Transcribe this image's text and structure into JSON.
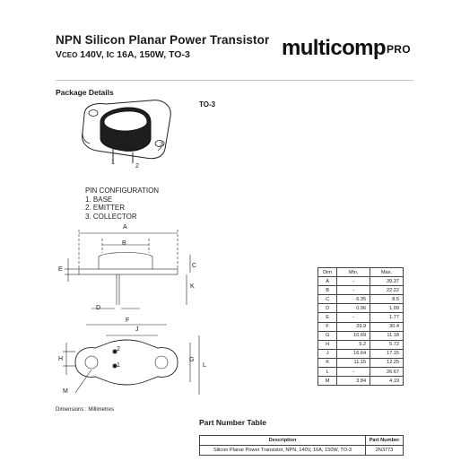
{
  "header": {
    "title": "NPN Silicon Planar Power Transistor",
    "subtitle_v": "V",
    "subtitle_ceo": "CEO",
    "subtitle_rest": " 140V, I",
    "subtitle_c": "C",
    "subtitle_tail": " 16A, 150W, TO-3",
    "brand_main": "multicomp",
    "brand_sub": "PRO"
  },
  "package": {
    "heading": "Package Details",
    "name": "TO-3",
    "pin_numbers": [
      "1",
      "2",
      "3"
    ],
    "pin_config_title": "PIN CONFIGURATION",
    "pins": [
      "1.  BASE",
      "2.  EMITTER",
      "3.  COLLECTOR"
    ],
    "dimension_labels": [
      "A",
      "B",
      "C",
      "D",
      "E",
      "F",
      "G",
      "H",
      "J",
      "K",
      "L",
      "M"
    ],
    "diagram_pin_labels": [
      "2",
      "1"
    ],
    "dims_note": "Dimensions : Millimetres"
  },
  "dimension_table": {
    "headers": [
      "Dim",
      "Min.",
      "Max."
    ],
    "rows": [
      [
        "A",
        "-",
        "39.37"
      ],
      [
        "B",
        "-",
        "22.22"
      ],
      [
        "C",
        "6.35",
        "8.5"
      ],
      [
        "D",
        "0.96",
        "1.09"
      ],
      [
        "E",
        "-",
        "1.77"
      ],
      [
        "F",
        "29.9",
        "30.4"
      ],
      [
        "G",
        "10.69",
        "11.18"
      ],
      [
        "H",
        "5.2",
        "5.72"
      ],
      [
        "J",
        "16.64",
        "17.15"
      ],
      [
        "K",
        "11.15",
        "12.25"
      ],
      [
        "L",
        "-",
        "26.67"
      ],
      [
        "M",
        "3.84",
        "4.19"
      ]
    ]
  },
  "part_table": {
    "heading": "Part Number Table",
    "headers": [
      "Description",
      "Part Number"
    ],
    "rows": [
      [
        "Silicon Planar Power Transistor, NPN, 140V, 16A, 150W, TO-3",
        "2N3773"
      ]
    ]
  }
}
